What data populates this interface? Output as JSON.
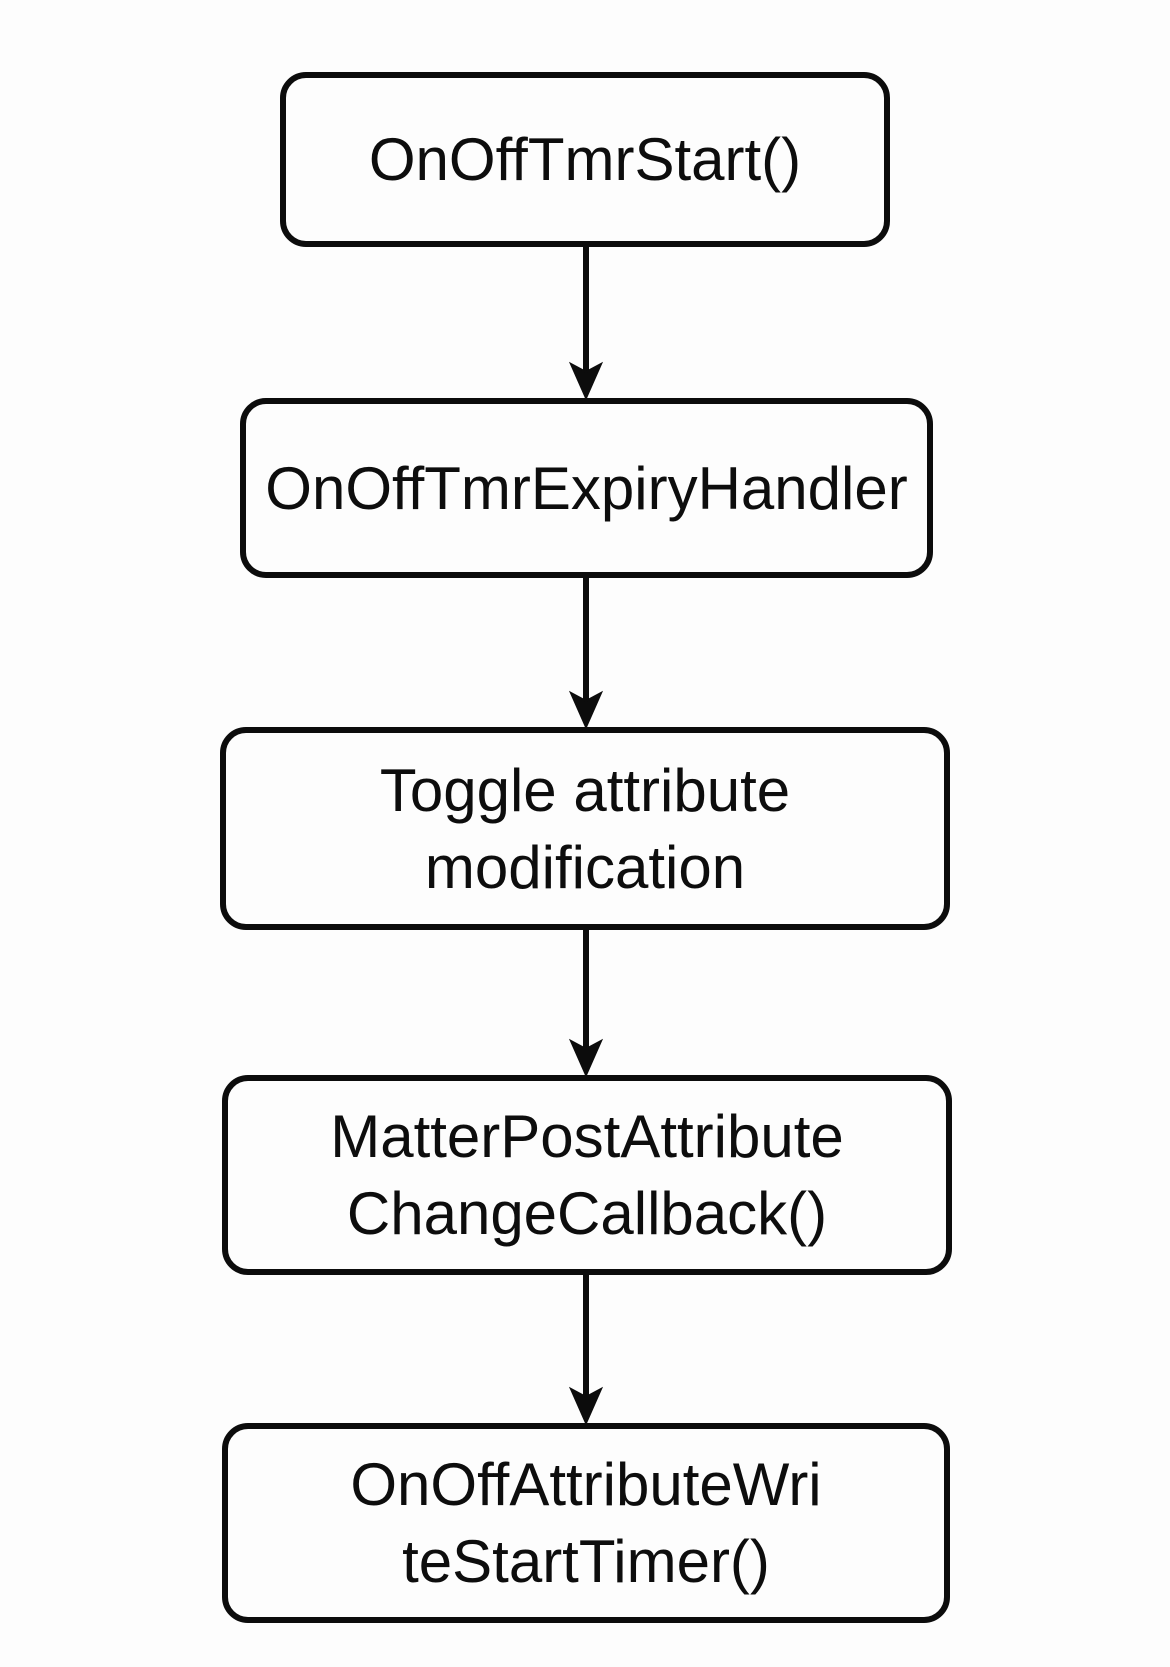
{
  "canvas": {
    "background": "#fdfdfd",
    "stroke_color": "#0c0c0c",
    "text_color": "#0d0d0d"
  },
  "flowchart": {
    "nodes": [
      {
        "id": "onoff-tmr-start",
        "label": "OnOffTmrStart()"
      },
      {
        "id": "onoff-tmr-expiry-handler",
        "label": "OnOffTmrExpiryHandler"
      },
      {
        "id": "toggle-attribute-modification",
        "label": "Toggle attribute\nmodification"
      },
      {
        "id": "matter-post-attribute-change-callback",
        "label": "MatterPostAttribute\nChangeCallback()"
      },
      {
        "id": "onoff-attribute-write-start-timer",
        "label": "OnOffAttributeWri\nteStartTimer()"
      }
    ],
    "edges": [
      {
        "from": "onoff-tmr-start",
        "to": "onoff-tmr-expiry-handler"
      },
      {
        "from": "onoff-tmr-expiry-handler",
        "to": "toggle-attribute-modification"
      },
      {
        "from": "toggle-attribute-modification",
        "to": "matter-post-attribute-change-callback"
      },
      {
        "from": "matter-post-attribute-change-callback",
        "to": "onoff-attribute-write-start-timer"
      }
    ]
  }
}
